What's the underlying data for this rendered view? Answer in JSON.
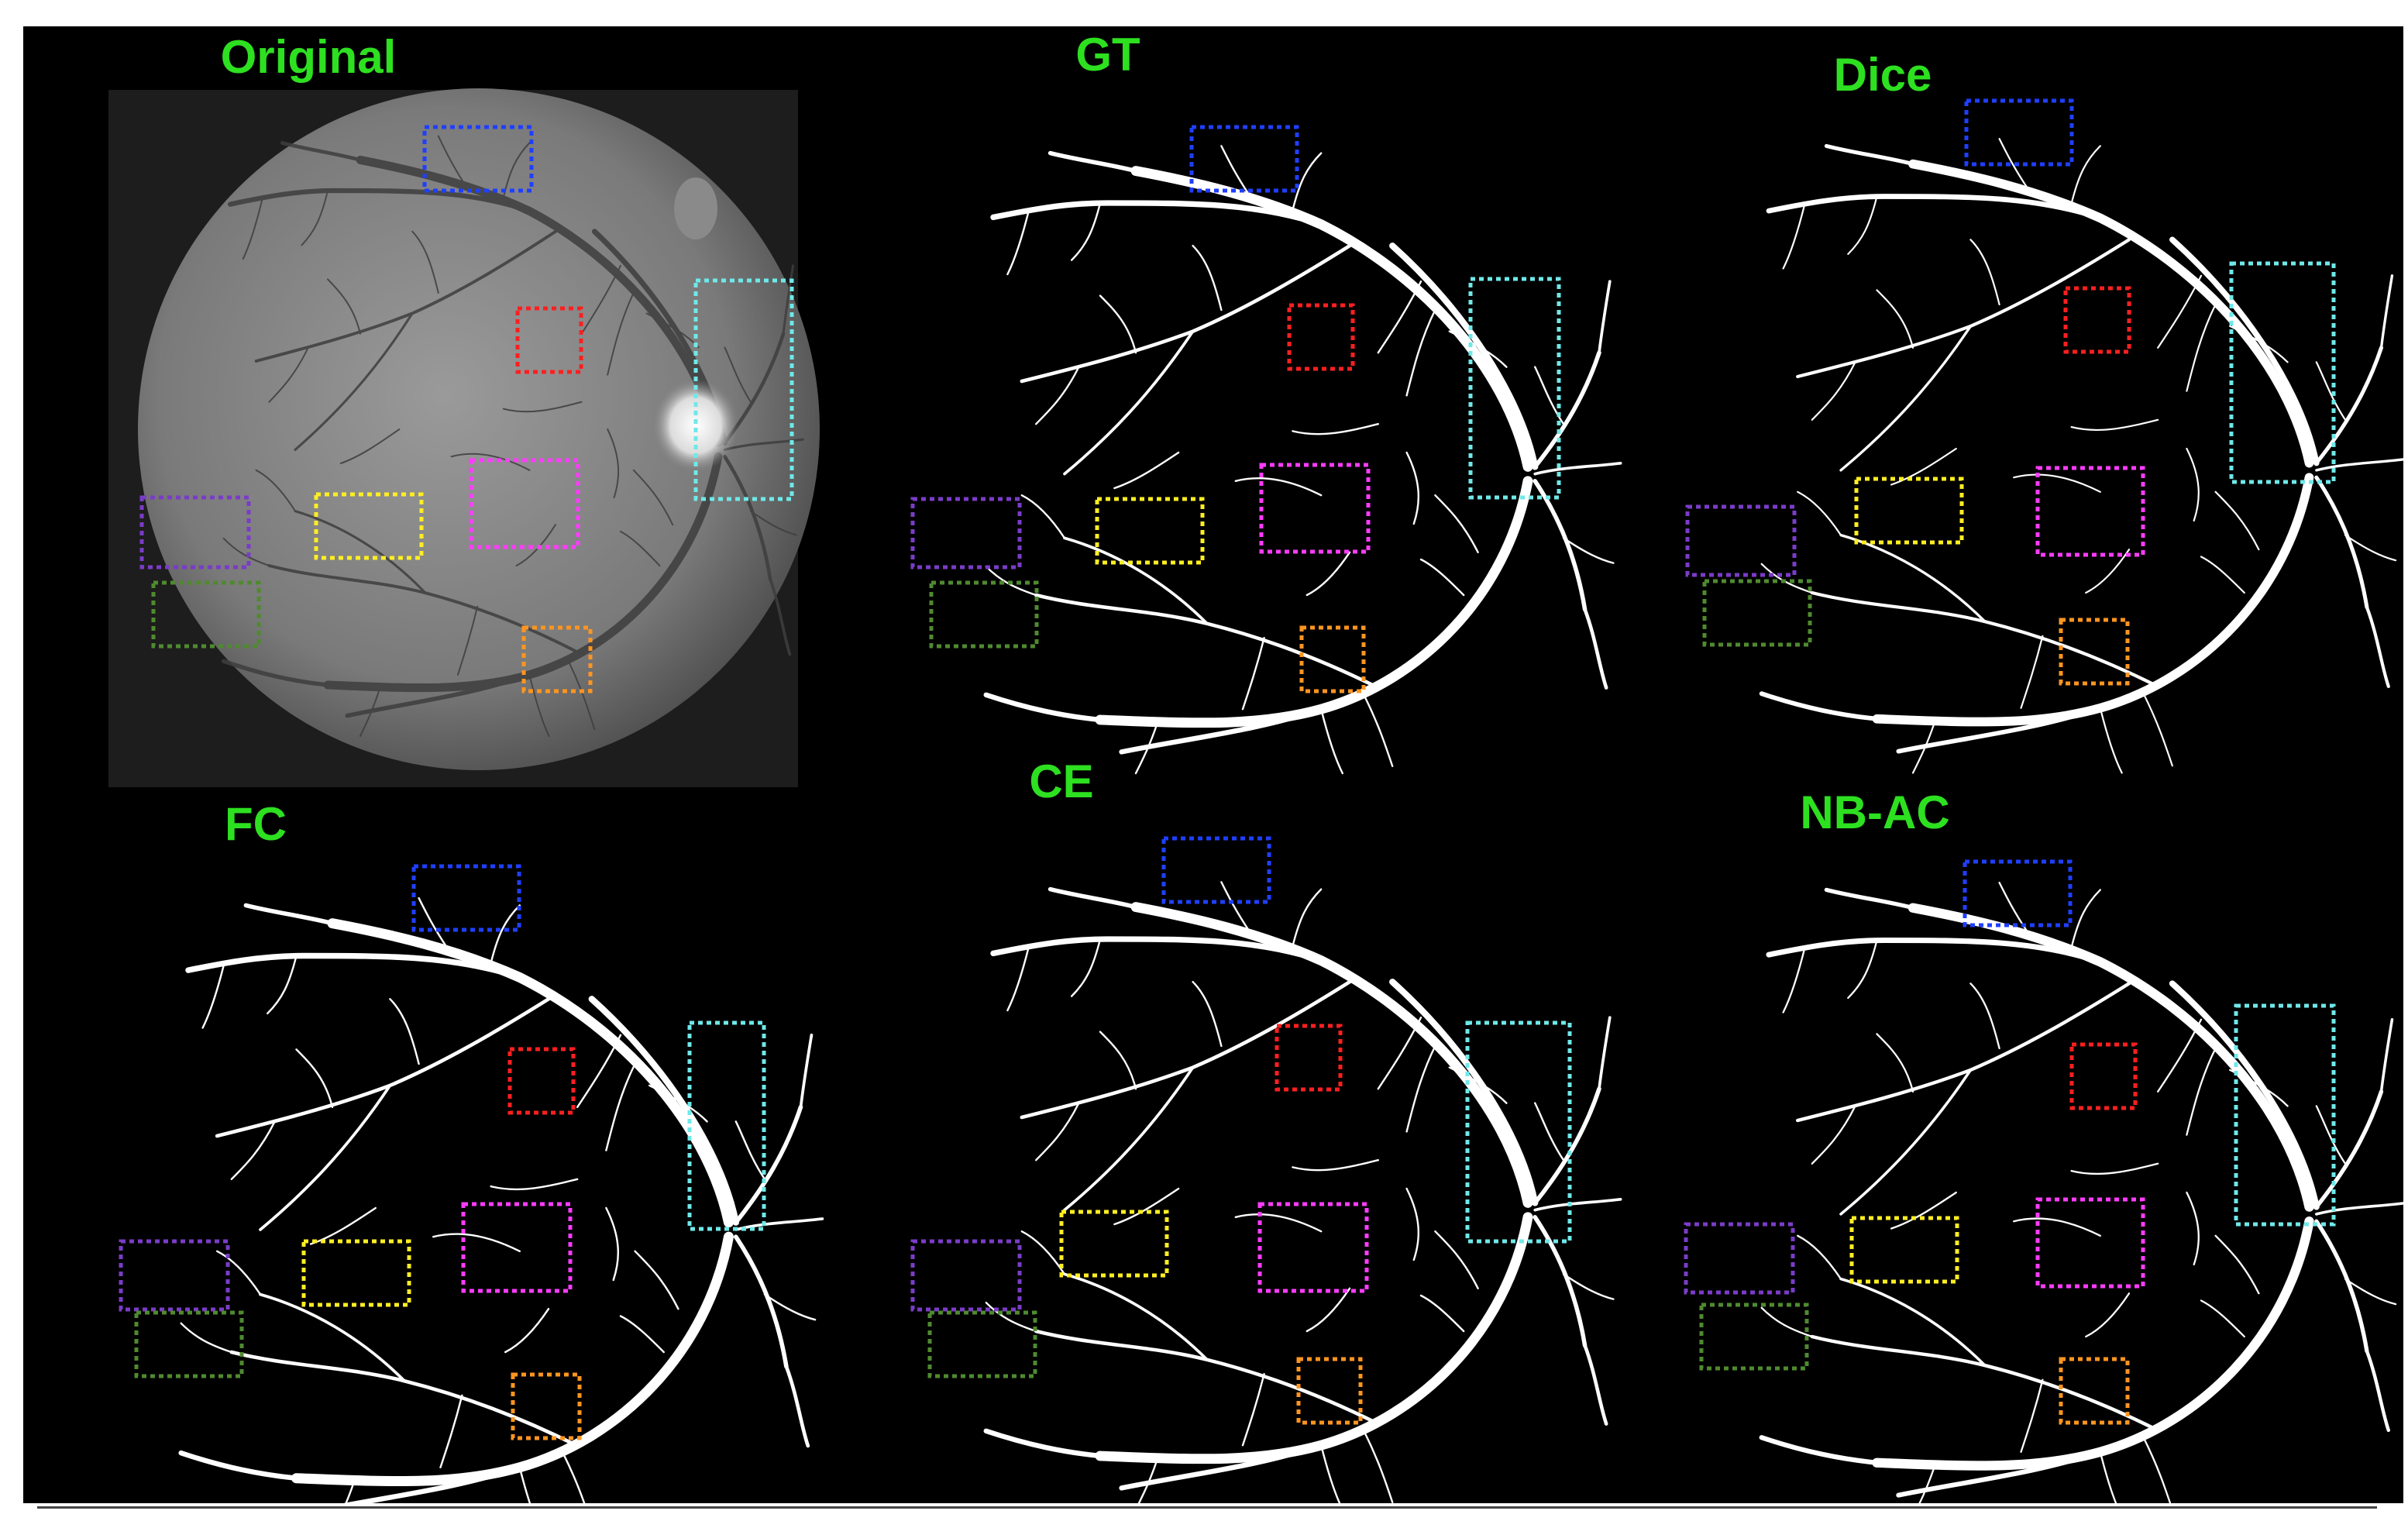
{
  "figure": {
    "panels": [
      {
        "id": "original",
        "title": "Original",
        "kind": "fundus"
      },
      {
        "id": "gt",
        "title": "GT",
        "kind": "vessel-mask"
      },
      {
        "id": "dice",
        "title": "Dice",
        "kind": "vessel-mask"
      },
      {
        "id": "fc",
        "title": "FC",
        "kind": "vessel-mask"
      },
      {
        "id": "ce",
        "title": "CE",
        "kind": "vessel-mask"
      },
      {
        "id": "nb_ac",
        "title": "NB-AC",
        "kind": "vessel-mask"
      }
    ],
    "roi_box_colors": {
      "blue": "#1f3fff",
      "cyan": "#6fe8e8",
      "red": "#ff1f1f",
      "magenta": "#ff3cff",
      "yellow": "#ffee22",
      "purple": "#7a3cc8",
      "green": "#4f8a2f",
      "orange": "#ff9520"
    },
    "title_color": "#2de020",
    "background_color": "#000000",
    "vessel_color": "#ffffff"
  }
}
